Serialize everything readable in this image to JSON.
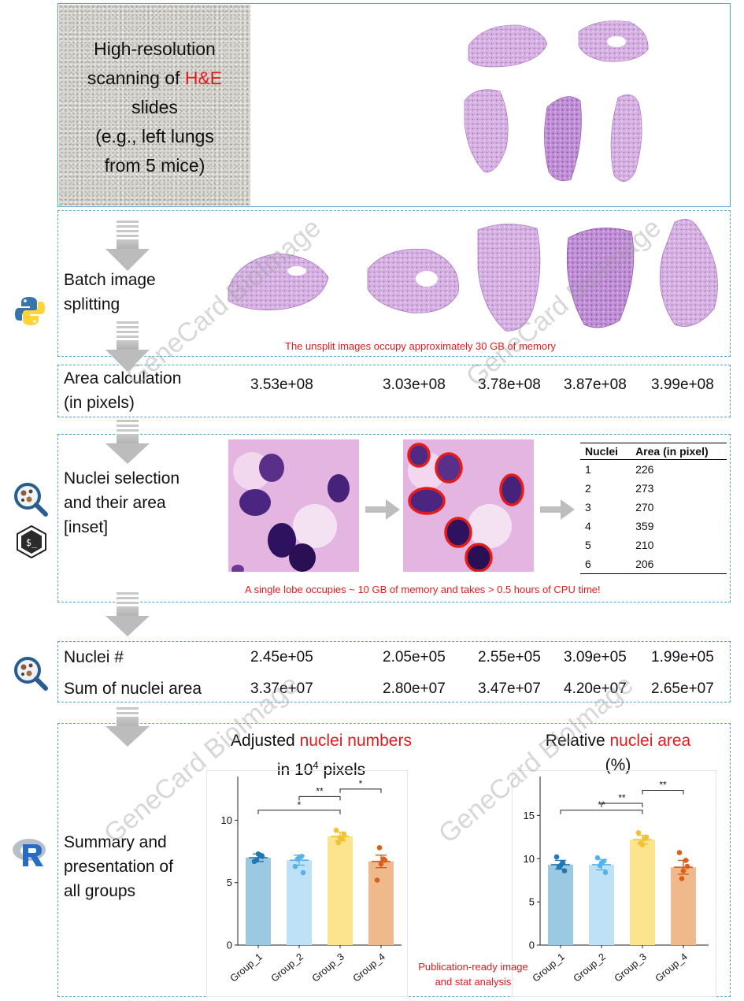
{
  "panel1": {
    "label_lines": [
      "High-resolution",
      "scanning of ",
      "H&E",
      "slides",
      "(e.g., left lungs",
      "from 5 mice)"
    ]
  },
  "panel2": {
    "label_lines": [
      "Batch image",
      "splitting"
    ],
    "note": "The unsplit images occupy approximately 30 GB of memory"
  },
  "panel3": {
    "label_lines": [
      "Area calculation",
      "(in pixels)"
    ],
    "values": [
      "3.53e+08",
      "3.03e+08",
      "3.78e+08",
      "3.87e+08",
      "3.99e+08"
    ]
  },
  "panel4": {
    "label_lines": [
      "Nuclei selection",
      "and their area",
      "[inset]"
    ],
    "table": {
      "headers": [
        "Nuclei",
        "Area (in pixel)"
      ],
      "rows": [
        [
          "1",
          "226"
        ],
        [
          "2",
          "273"
        ],
        [
          "3",
          "270"
        ],
        [
          "4",
          "359"
        ],
        [
          "5",
          "210"
        ],
        [
          "6",
          "206"
        ]
      ]
    },
    "note": "A single lobe occupies ~ 10 GB of memory and takes > 0.5 hours of CPU time!"
  },
  "panel5": {
    "row1_label": "Nuclei #",
    "row1_values": [
      "2.45e+05",
      "2.05e+05",
      "2.55e+05",
      "3.09e+05",
      "1.99e+05"
    ],
    "row2_label": "Sum of nuclei area",
    "row2_values": [
      "3.37e+07",
      "2.80e+07",
      "3.47e+07",
      "4.20e+07",
      "2.65e+07"
    ]
  },
  "panel6": {
    "label_lines": [
      "Summary and",
      "presentation of",
      "all groups"
    ],
    "note_lines": [
      "Publication-ready image",
      "and stat analysis"
    ]
  },
  "watermark": "GeneCard BioImage",
  "colors": {
    "frame": "#4aa3d0",
    "accent_red": "#e31b1b",
    "tissue": "#c79ad6",
    "group_fill": [
      "#9bc9e2",
      "#bfe1f6",
      "#fce48e",
      "#f0b98c"
    ],
    "group_dot": [
      "#1f77b4",
      "#56b3e9",
      "#f1c232",
      "#d95f1a"
    ]
  },
  "icons": [
    "python-icon",
    "qupath-icon",
    "bash-icon",
    "r-icon"
  ],
  "chart_data": [
    {
      "type": "bar",
      "title_parts": [
        "Adjusted ",
        "nuclei numbers",
        "in 10",
        "4",
        " pixels"
      ],
      "categories": [
        "Group_1",
        "Group_2",
        "Group_3",
        "Group_4"
      ],
      "values": [
        7.0,
        6.8,
        8.7,
        6.7
      ],
      "errors": [
        0.3,
        0.4,
        0.35,
        0.5
      ],
      "points": [
        [
          6.7,
          7.2,
          6.8,
          7.1,
          7.3
        ],
        [
          6.3,
          7.1,
          6.9,
          5.8,
          7.0
        ],
        [
          9.2,
          8.5,
          8.2,
          8.9,
          8.6
        ],
        [
          5.2,
          6.9,
          7.8,
          6.8,
          6.5
        ]
      ],
      "yticks": [
        0,
        5,
        10
      ],
      "ylim": [
        0,
        13.5
      ],
      "significance": [
        {
          "from": 0,
          "to": 2,
          "label": "*",
          "y": 10.8
        },
        {
          "from": 1,
          "to": 2,
          "label": "**",
          "y": 11.9
        },
        {
          "from": 2,
          "to": 3,
          "label": "*",
          "y": 12.5
        }
      ]
    },
    {
      "type": "bar",
      "title_parts": [
        "Relative ",
        "nuclei area",
        "(%)"
      ],
      "categories": [
        "Group_1",
        "Group_2",
        "Group_3",
        "Group_4"
      ],
      "values": [
        9.3,
        9.3,
        12.2,
        9.0
      ],
      "errors": [
        0.5,
        0.6,
        0.5,
        0.8
      ],
      "points": [
        [
          10.2,
          9.5,
          9.0,
          8.6,
          9.2
        ],
        [
          10.1,
          9.7,
          9.2,
          8.4,
          9.5
        ],
        [
          13.0,
          12.3,
          11.8,
          12.5,
          11.6
        ],
        [
          10.7,
          9.8,
          7.7,
          9.1,
          8.6
        ]
      ],
      "yticks": [
        0,
        5,
        10,
        15
      ],
      "ylim": [
        0,
        19.5
      ],
      "significance": [
        {
          "from": 0,
          "to": 2,
          "label": "**",
          "y": 15.6
        },
        {
          "from": 1,
          "to": 2,
          "label": "**",
          "y": 16.4
        },
        {
          "from": 2,
          "to": 3,
          "label": "**",
          "y": 17.9
        }
      ]
    }
  ]
}
